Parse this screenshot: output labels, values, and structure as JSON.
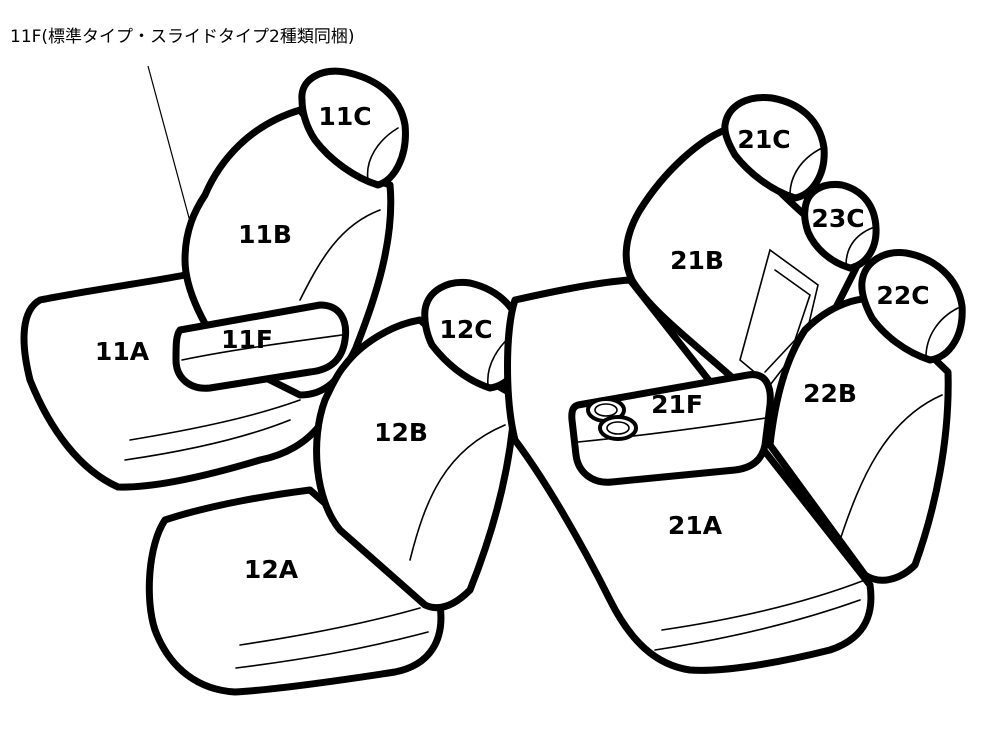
{
  "note": "11F(標準タイプ・スライドタイプ2種類同梱)",
  "labels": {
    "p11A": "11A",
    "p11B": "11B",
    "p11C": "11C",
    "p11F": "11F",
    "p12A": "12A",
    "p12B": "12B",
    "p12C": "12C",
    "p21A": "21A",
    "p21B": "21B",
    "p21C": "21C",
    "p21F": "21F",
    "p22B": "22B",
    "p22C": "22C",
    "p23C": "23C"
  }
}
